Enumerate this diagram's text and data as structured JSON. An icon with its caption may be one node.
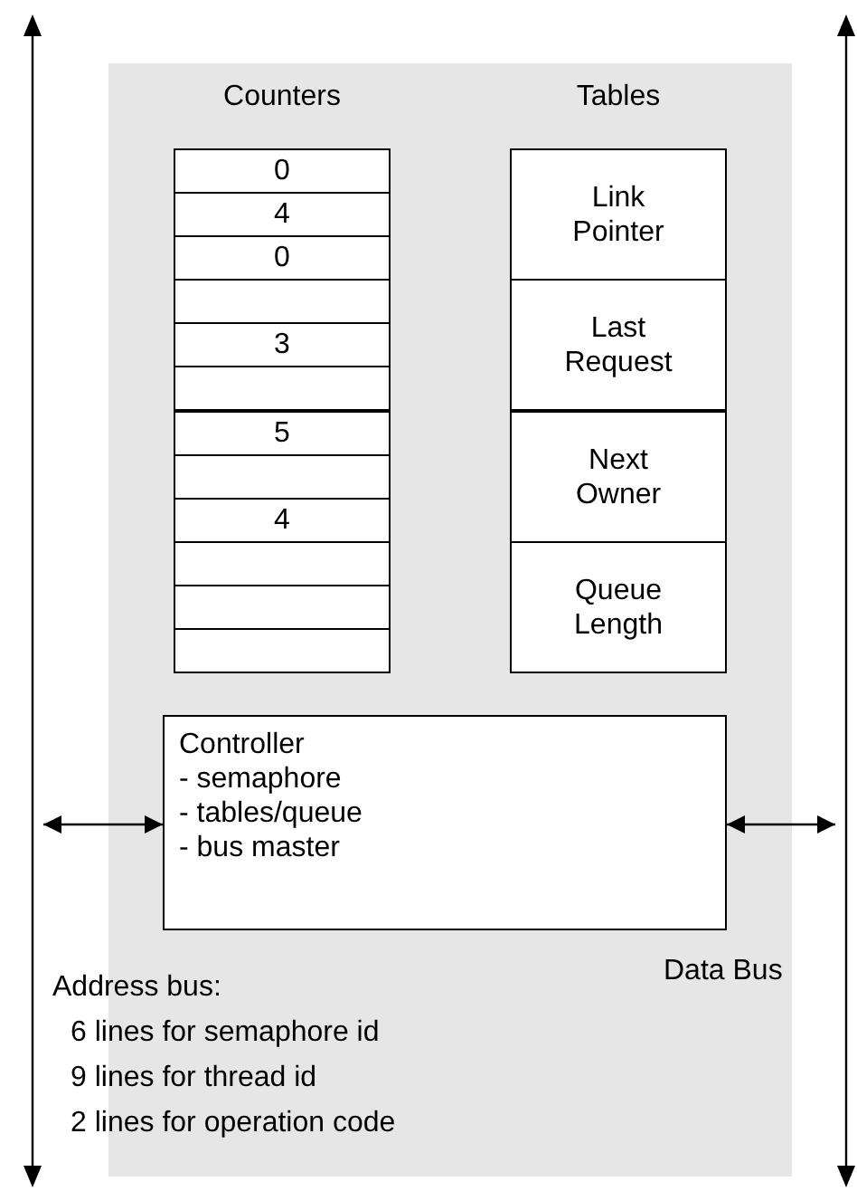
{
  "diagram": {
    "nodes": [
      {
        "text": [],
        "shape": "box"
      },
      {
        "text": [
          "Counters"
        ],
        "in": 0
      },
      {
        "text": [
          "0"
        ],
        "in": 1
      },
      {
        "text": [
          "4"
        ],
        "in": 1
      },
      {
        "text": [
          "0"
        ],
        "in": 1
      },
      {
        "text": [],
        "shape": "box",
        "in": 1
      },
      {
        "text": [
          "3"
        ],
        "in": 1
      },
      {
        "text": [],
        "shape": "box",
        "in": 1
      },
      {
        "text": [
          "5"
        ],
        "in": 1
      },
      {
        "text": [],
        "shape": "box",
        "in": 1
      },
      {
        "text": [
          "4"
        ],
        "in": 1
      },
      {
        "text": [],
        "shape": "box",
        "in": 1
      },
      {
        "text": [],
        "shape": "box",
        "in": 1
      },
      {
        "text": [],
        "shape": "box",
        "in": 1
      },
      {
        "text": [
          "Tables"
        ],
        "in": 0
      },
      {
        "text": [
          "Link Pointer"
        ],
        "in": 14
      },
      {
        "text": [
          "Last Request"
        ],
        "in": 14
      },
      {
        "text": [
          "Next Owner"
        ],
        "in": 14
      },
      {
        "text": [
          "Queue Length"
        ],
        "in": 14
      },
      {
        "text": [
          "Controller",
          "- semaphore",
          "- tables/queue",
          "- bus master"
        ],
        "in": 0
      },
      {
        "text": [],
        "shape": "bar",
        "beside": [
          "Address bus:",
          "6 lines for semaphore id",
          "9 lines for thread id",
          "2 lines for operation code"
        ]
      },
      {
        "text": [],
        "shape": "bar"
      }
    ],
    "labels": [
      "Data Bus"
    ],
    "edges": [
      {
        "from": 20,
        "to": 19,
        "arrow": "both"
      },
      {
        "from": 19,
        "to": 21,
        "arrow": "both"
      }
    ]
  }
}
